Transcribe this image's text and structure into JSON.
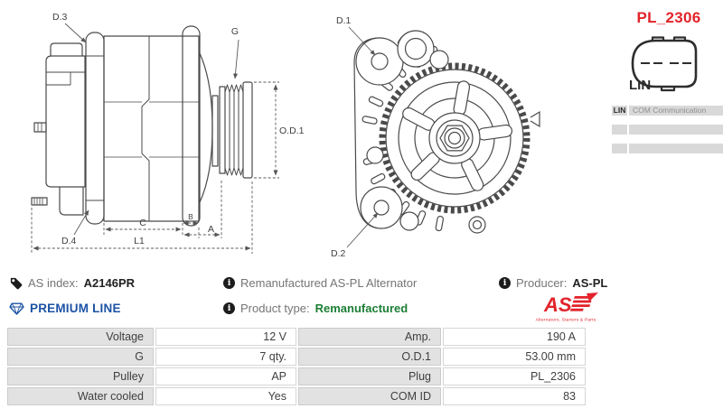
{
  "plug": {
    "code": "PL_2306",
    "connector_label": "LIN",
    "pin_table": {
      "rows": [
        {
          "pin": "LIN",
          "desc": "COM Communication"
        },
        {
          "pin": "",
          "desc": ""
        },
        {
          "pin": "",
          "desc": ""
        }
      ]
    }
  },
  "side_view": {
    "labels": {
      "d3": "D.3",
      "g": "G",
      "od1": "O.D.1",
      "d4": "D.4",
      "c": "C",
      "b": "B",
      "a": "A",
      "l1": "L1"
    }
  },
  "front_view": {
    "labels": {
      "d1": "D.1",
      "d2": "D.2"
    }
  },
  "info": {
    "as_index_label": "AS index:",
    "as_index_value": "A2146PR",
    "premium_line": "PREMIUM LINE",
    "remanufactured_line": "Remanufactured AS-PL Alternator",
    "product_type_label": "Product type:",
    "product_type_value": "Remanufactured",
    "producer_label": "Producer:",
    "producer_value": "AS-PL",
    "logo_text": "AS",
    "logo_tagline": "Alternators, Starters & Parts",
    "info_glyph": "i"
  },
  "spec_table": {
    "rows": [
      {
        "label1": "Voltage",
        "value1": "12 V",
        "label2": "Amp.",
        "value2": "190 A"
      },
      {
        "label1": "G",
        "value1": "7 qty.",
        "label2": "O.D.1",
        "value2": "53.00 mm"
      },
      {
        "label1": "Pulley",
        "value1": "AP",
        "label2": "Plug",
        "value2": "PL_2306"
      },
      {
        "label1": "Water cooled",
        "value1": "Yes",
        "label2": "COM ID",
        "value2": "83"
      }
    ]
  },
  "colors": {
    "accent_red": "#e2232a",
    "brand_blue": "#1c53a5",
    "status_green": "#1b7e34",
    "table_label_bg": "#e2e2e2",
    "pin_table_bg": "#d9d9d9"
  }
}
